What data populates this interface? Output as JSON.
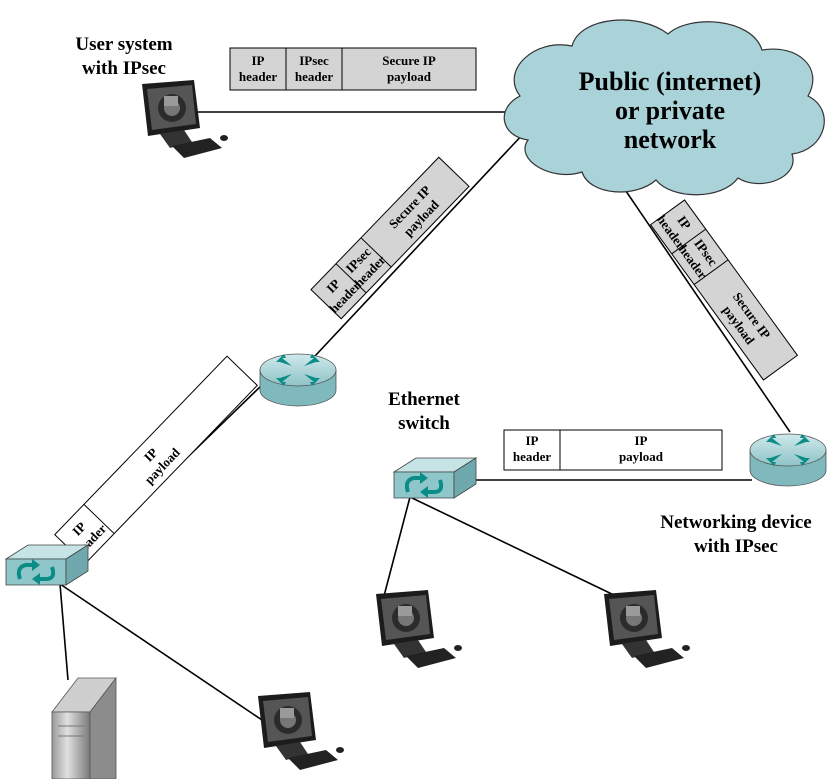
{
  "labels": {
    "user_system": [
      "User system",
      "with IPsec"
    ],
    "cloud": [
      "Public (internet)",
      "or private",
      "network"
    ],
    "ethernet_switch": [
      "Ethernet",
      "switch"
    ],
    "networking_device": [
      "Networking device",
      "with IPsec"
    ]
  },
  "packets": {
    "top": {
      "ip_header": [
        "IP",
        "header"
      ],
      "ipsec_header": [
        "IPsec",
        "header"
      ],
      "payload": [
        "Secure IP",
        "payload"
      ]
    },
    "diag_mid": {
      "ip_header": [
        "IP",
        "header"
      ],
      "ipsec_header": [
        "IPsec",
        "header"
      ],
      "payload": [
        "Secure IP",
        "payload"
      ]
    },
    "diag_right": {
      "ip_header": [
        "IP",
        "header"
      ],
      "ipsec_header": [
        "IPsec",
        "header"
      ],
      "payload": [
        "Secure IP",
        "payload"
      ]
    },
    "lan_left": {
      "ip_header": [
        "IP",
        "header"
      ],
      "payload": [
        "IP",
        "payload"
      ]
    },
    "lan_right": {
      "ip_header": [
        "IP",
        "header"
      ],
      "payload": [
        "IP",
        "payload"
      ]
    }
  },
  "colors": {
    "cloud_fill": "#a9d3d8",
    "secure_packet_fill": "#d4d4d4",
    "plain_packet_fill": "#ffffff",
    "device_teal": "#9dcdd0",
    "arrow_teal": "#0c8c86"
  },
  "icons": [
    "monitor-icon",
    "router-icon",
    "switch-icon",
    "server-icon",
    "cloud-icon"
  ]
}
